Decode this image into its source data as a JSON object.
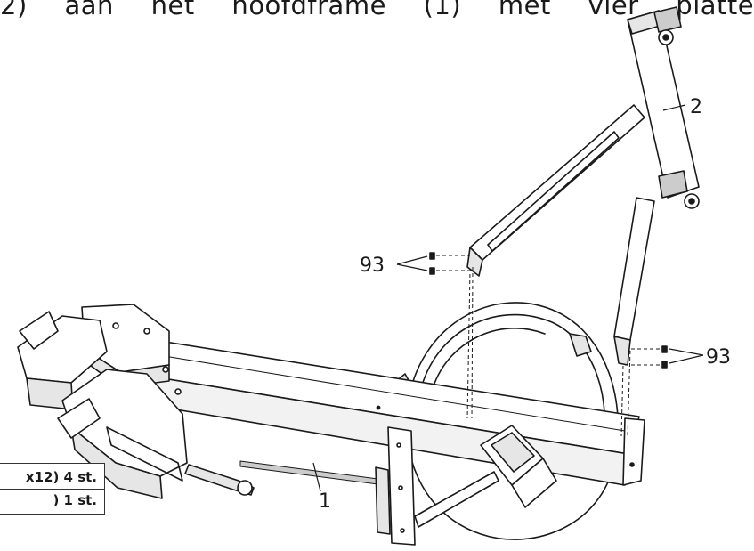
{
  "header": {
    "text": "2) aan het hoofdframe (1) met vier platte"
  },
  "callouts": {
    "part_1": "1",
    "part_2": "2",
    "part_93_left": "93",
    "part_93_right": "93"
  },
  "parts_list": {
    "rows": [
      "x12) 4 st.",
      ") 1 st."
    ]
  },
  "colors": {
    "line": "#1a1a1a",
    "fill": "#ffffff",
    "shade": "#e6e6e6"
  }
}
